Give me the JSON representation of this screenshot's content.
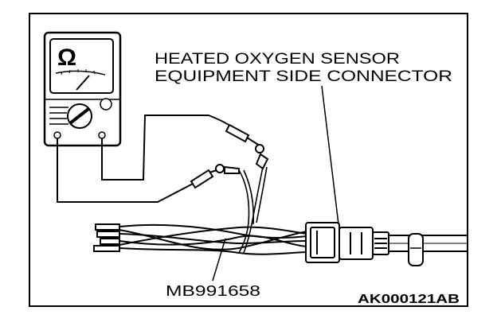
{
  "figure": {
    "connector_label_line1": "HEATED OXYGEN SENSOR",
    "connector_label_line2": "EQUIPMENT SIDE CONNECTOR",
    "harness_label": "MB991658",
    "figure_id": "AK000121AB",
    "meter_symbol": "Ω",
    "ink_color": "#000000",
    "paper_color": "#ffffff"
  },
  "icons": {
    "meter": "ohmmeter-icon",
    "connector": "connector-icon"
  }
}
